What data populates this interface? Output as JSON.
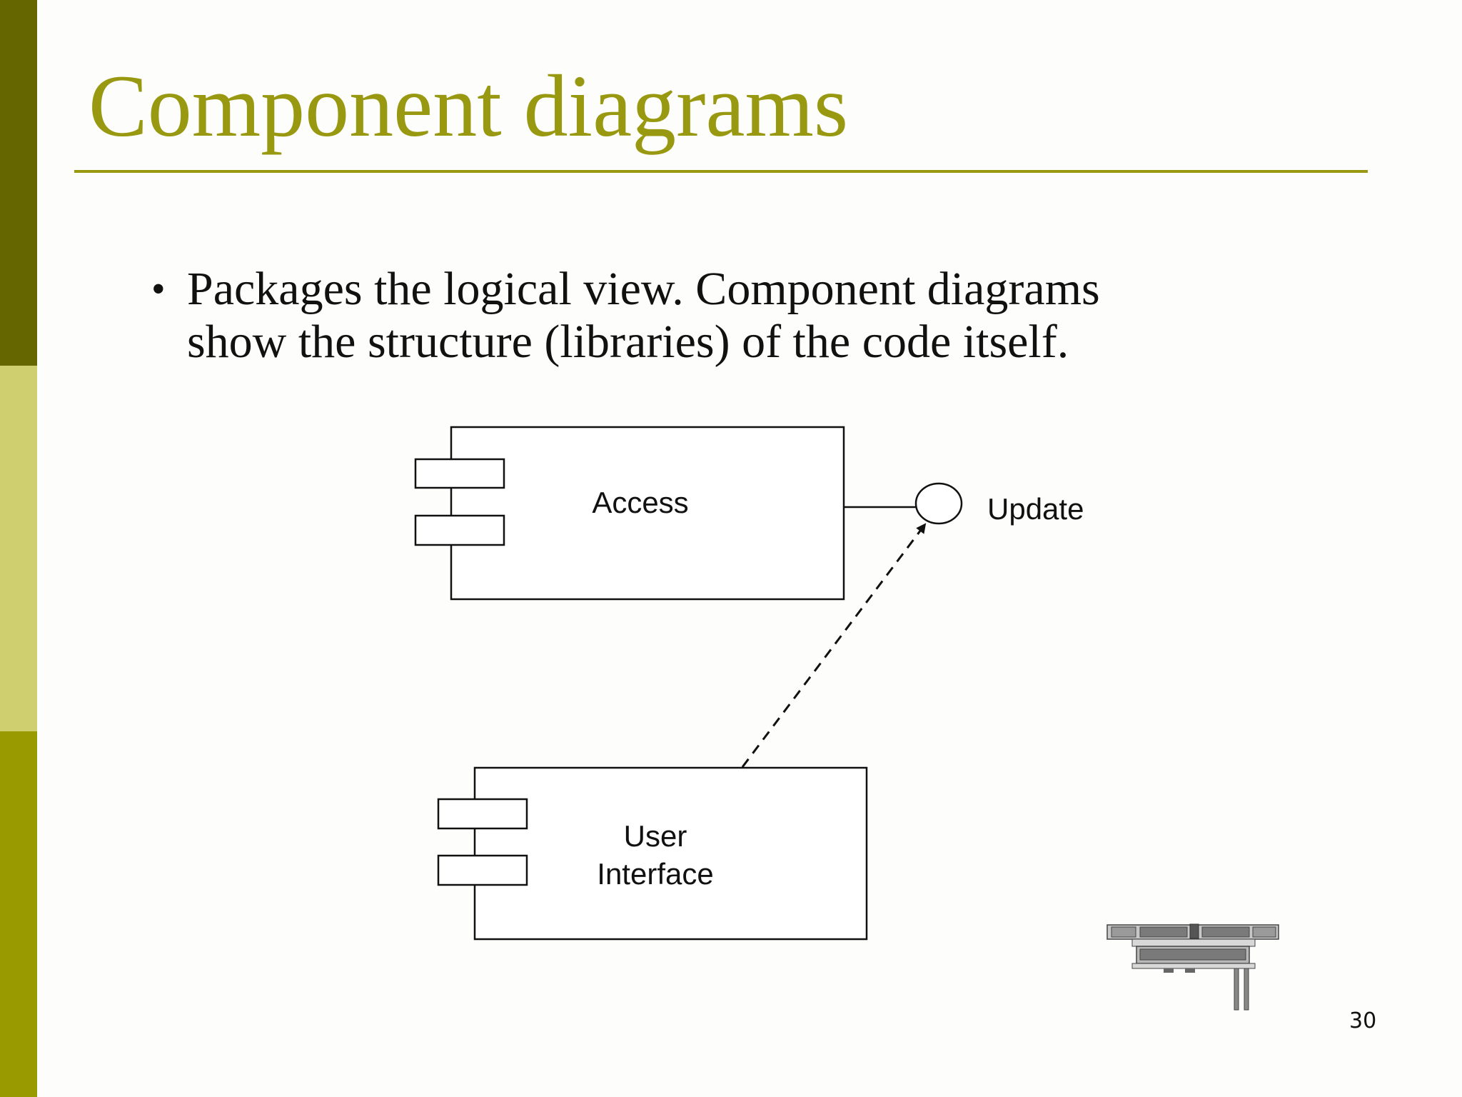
{
  "slide": {
    "title": "Component diagrams",
    "bullet": {
      "line1": "Packages the logical view.   Component diagrams",
      "line2": "show the structure (libraries) of the code itself."
    },
    "page_number": "30"
  },
  "diagram": {
    "components": [
      {
        "id": "access",
        "label_lines": [
          "Access"
        ]
      },
      {
        "id": "user-interface",
        "label_lines": [
          "User",
          "Interface"
        ]
      }
    ],
    "interface": {
      "label": "Update"
    },
    "dependency": {
      "from": "user-interface",
      "to": "Update",
      "style": "dashed"
    }
  },
  "colors": {
    "title": "#999911",
    "bar_top": "#666600",
    "bar_mid": "#cfcf70",
    "bar_bottom": "#999900"
  }
}
